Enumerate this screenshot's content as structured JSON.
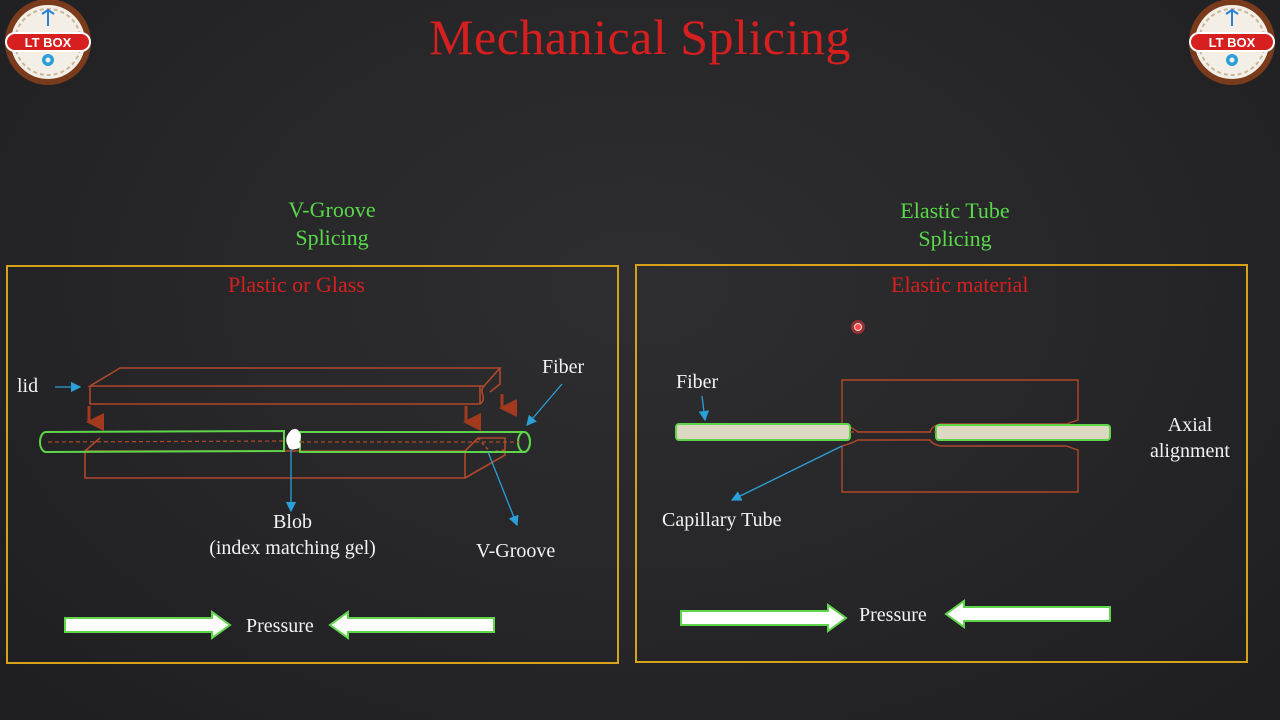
{
  "title": "Mechanical Splicing",
  "logo": {
    "text": "LT BOX"
  },
  "left_panel": {
    "heading_line1": "V-Groove",
    "heading_line2": "Splicing",
    "material": "Plastic or Glass",
    "labels": {
      "lid": "lid",
      "fiber": "Fiber",
      "blob": "Blob",
      "blob_detail": "(index matching gel)",
      "vgroove": "V-Groove",
      "pressure": "Pressure"
    }
  },
  "right_panel": {
    "heading_line1": "Elastic Tube",
    "heading_line2": "Splicing",
    "material": "Elastic material",
    "labels": {
      "fiber": "Fiber",
      "capillary": "Capillary Tube",
      "axial_line1": "Axial",
      "axial_line2": "alignment",
      "pressure": "Pressure"
    }
  },
  "colors": {
    "title_red": "#d81f1f",
    "heading_green": "#59d84a",
    "panel_border": "#d6a21a",
    "outline_brown": "#b0482a",
    "fiber_green": "#5fd64a",
    "pointer_blue": "#2a9fd8"
  }
}
